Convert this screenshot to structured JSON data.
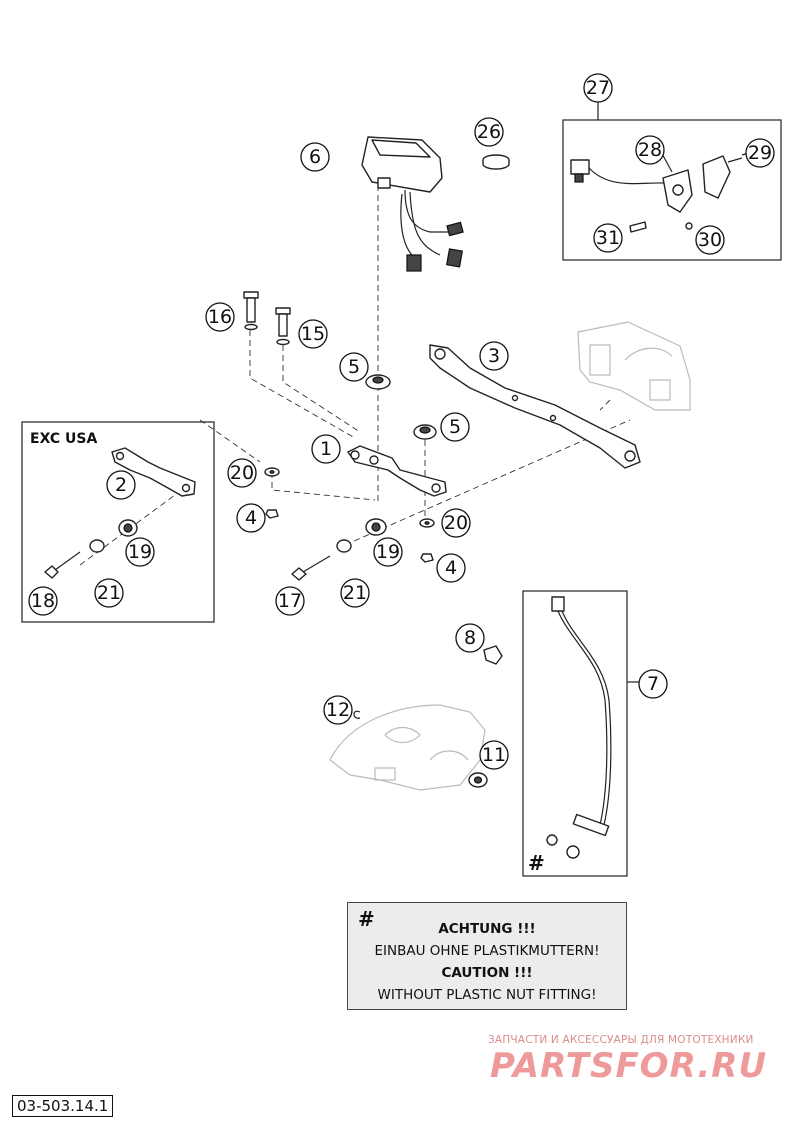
{
  "callouts": {
    "c1": "1",
    "c2": "2",
    "c3": "3",
    "c4a": "4",
    "c4b": "4",
    "c5a": "5",
    "c5b": "5",
    "c6": "6",
    "c7": "7",
    "c8": "8",
    "c11": "11",
    "c12": "12",
    "c15": "15",
    "c16": "16",
    "c17": "17",
    "c18": "18",
    "c19a": "19",
    "c19b": "19",
    "c20a": "20",
    "c20b": "20",
    "c21a": "21",
    "c21b": "21",
    "c26": "26",
    "c27": "27",
    "c28": "28",
    "c29": "29",
    "c30": "30",
    "c31": "31"
  },
  "variant_box": {
    "label": "EXC USA"
  },
  "cable_box": {
    "note_symbol": "#"
  },
  "warning": {
    "symbol": "#",
    "line1": "ACHTUNG !!!",
    "line2": "EINBAU OHNE PLASTIKMUTTERN!",
    "line3": "CAUTION !!!",
    "line4": "WITHOUT PLASTIC NUT FITTING!"
  },
  "watermark": {
    "tagline": "ЗАПЧАСТИ И АКСЕССУАРЫ ДЛЯ МОТОТЕХНИКИ",
    "brand": "PARTSFOR.RU"
  },
  "document_number": "03-503.14.1"
}
